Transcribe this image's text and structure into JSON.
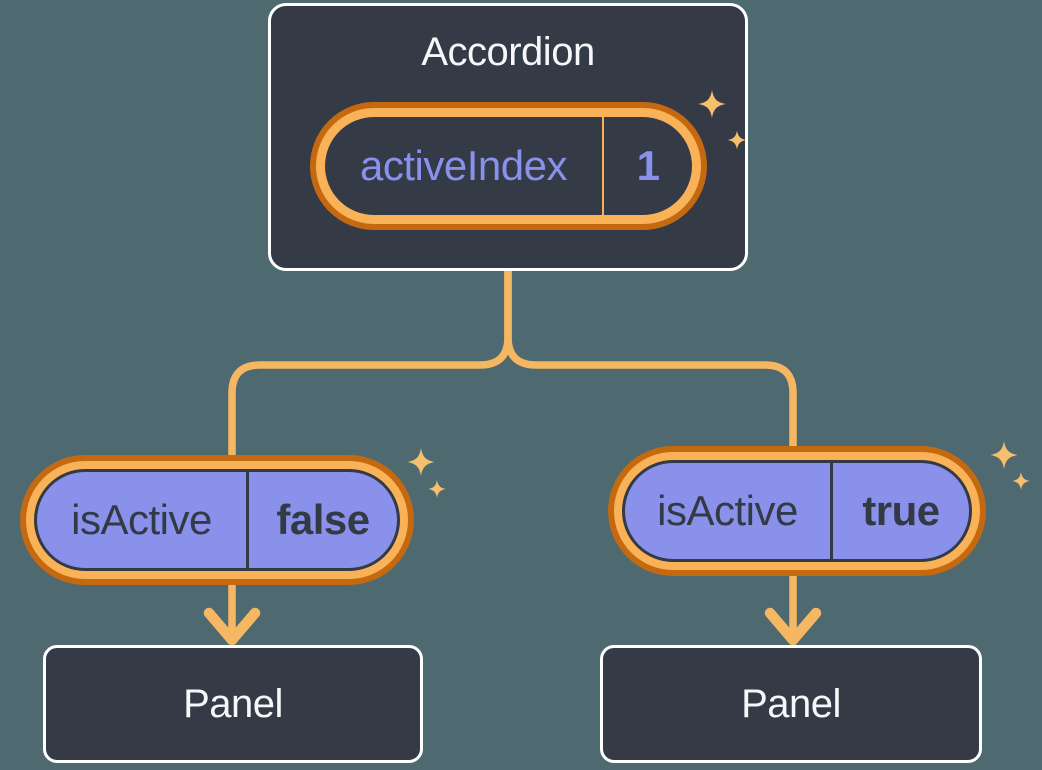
{
  "diagram": {
    "root": {
      "title": "Accordion",
      "state_pill": {
        "label": "activeIndex",
        "value": "1"
      }
    },
    "children": [
      {
        "prop_pill": {
          "label": "isActive",
          "value": "false"
        },
        "panel": {
          "title": "Panel"
        }
      },
      {
        "prop_pill": {
          "label": "isActive",
          "value": "true"
        },
        "panel": {
          "title": "Panel"
        }
      }
    ]
  },
  "icons": {
    "sparkle": "sparkle-icon"
  },
  "colors": {
    "background": "#4E6A70",
    "node_fill": "#343A46",
    "node_border": "#FFFFFF",
    "node_text": "#F6F7F9",
    "state_text_purple": "#8891EC",
    "prop_fill_purple": "#8A91EA",
    "prop_text_dark": "#333945",
    "ring_orange_dark": "#C4690F",
    "ring_orange_light": "#F9B257",
    "connector_orange": "#F6B763",
    "sparkle_gold": "#F6BF6E"
  }
}
